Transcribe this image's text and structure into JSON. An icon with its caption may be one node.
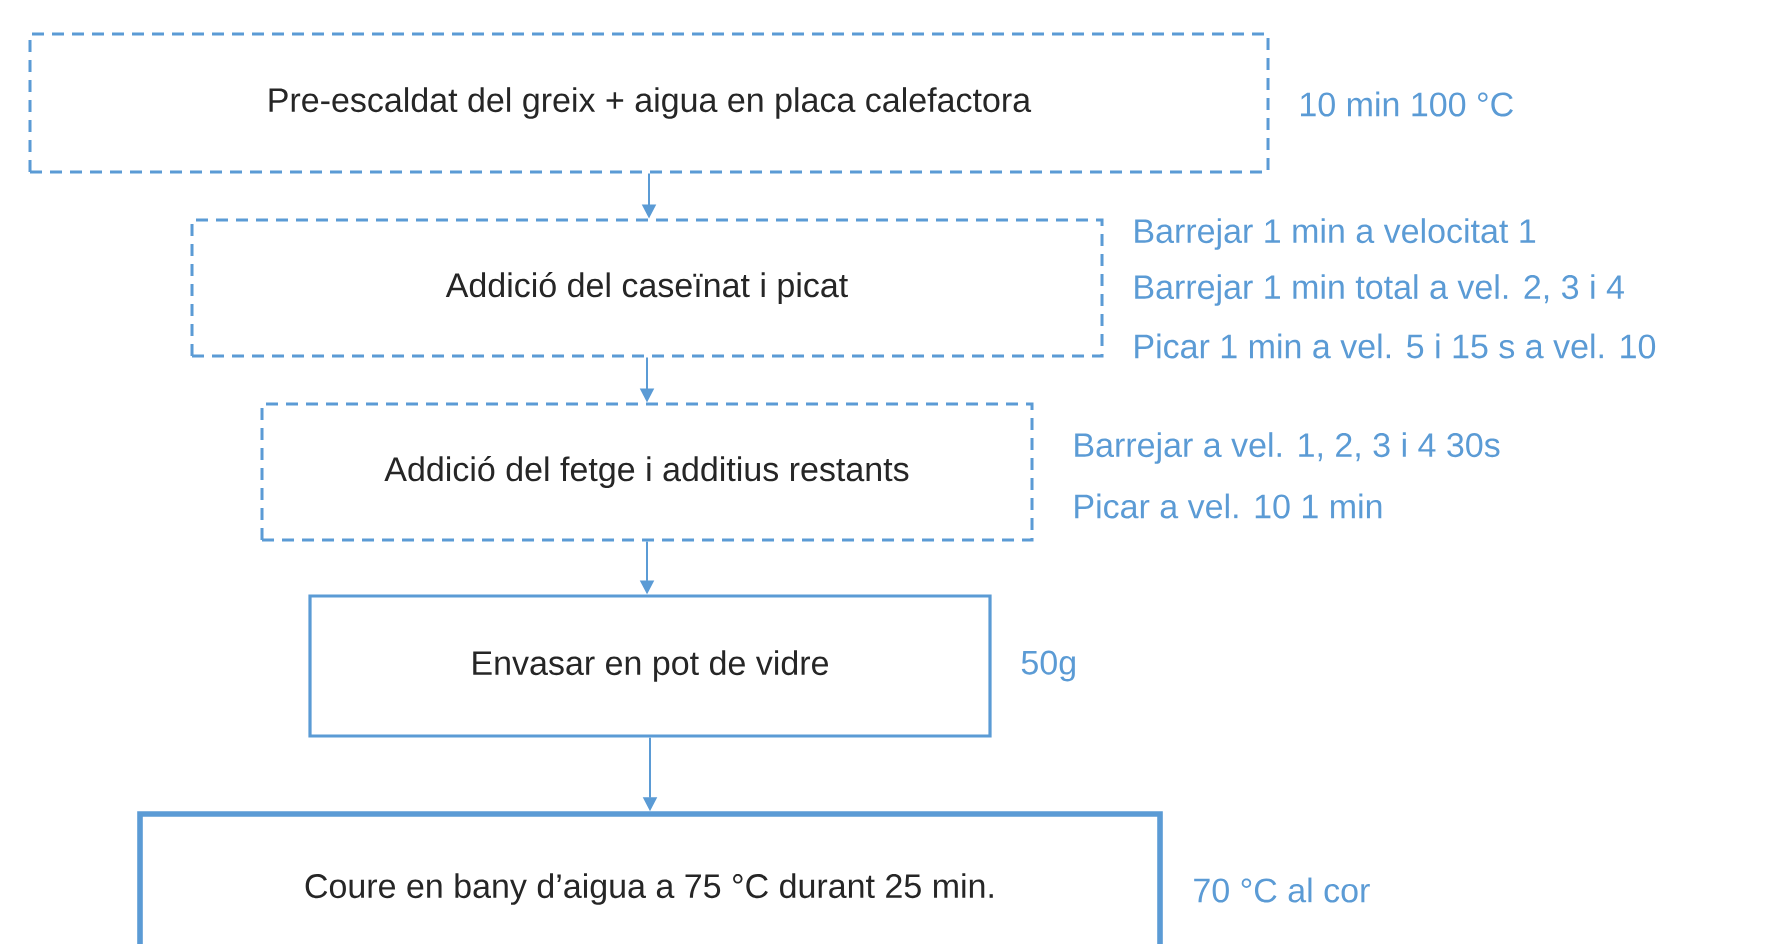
{
  "diagram": {
    "nodes": [
      {
        "text": [
          "Pre-escaldat del greix + aigua en placa calefactora"
        ],
        "beside": [
          "10 min 100 °C"
        ]
      },
      {
        "text": [
          "Addició del caseïnat i picat"
        ],
        "beside": [
          "Barrejar 1 min a velocitat 1",
          "Barrejar 1 min total a vel. 2, 3 i 4",
          "Picar 1 min a vel. 5 i 15 s a vel. 10"
        ]
      },
      {
        "text": [
          "Addició del fetge i additius restants"
        ],
        "beside": [
          "Barrejar a vel. 1, 2, 3 i 4 30s",
          "Picar a vel. 10 1 min"
        ]
      },
      {
        "text": [
          "Envasar en pot de vidre"
        ],
        "beside": [
          "50g"
        ]
      },
      {
        "text": [
          "Coure en bany d’aigua a 75 °C durant 25 min."
        ],
        "beside": [
          "70 °C al cor"
        ]
      }
    ],
    "edges": [
      {
        "from": 0,
        "to": 1,
        "arrow": "to"
      },
      {
        "from": 1,
        "to": 2,
        "arrow": "to"
      },
      {
        "from": 2,
        "to": 3,
        "arrow": "to"
      },
      {
        "from": 3,
        "to": 4,
        "arrow": "to"
      }
    ]
  }
}
